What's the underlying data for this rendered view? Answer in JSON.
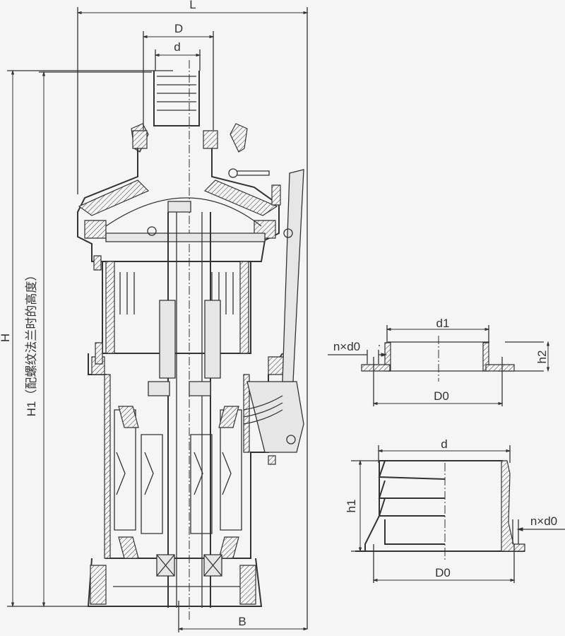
{
  "main_drawing": {
    "labels": {
      "L": "L",
      "D": "D",
      "d": "d",
      "H": "H",
      "H1": "H1（配螺纹法兰时的高度）",
      "B": "B"
    }
  },
  "flange_detail": {
    "labels": {
      "d1": "d1",
      "n_d0": "n×d0",
      "h2": "h2",
      "D0": "D0"
    }
  },
  "threaded_flange_detail": {
    "labels": {
      "d": "d",
      "h1": "h1",
      "n_d0": "n×d0",
      "D0": "D0"
    }
  }
}
